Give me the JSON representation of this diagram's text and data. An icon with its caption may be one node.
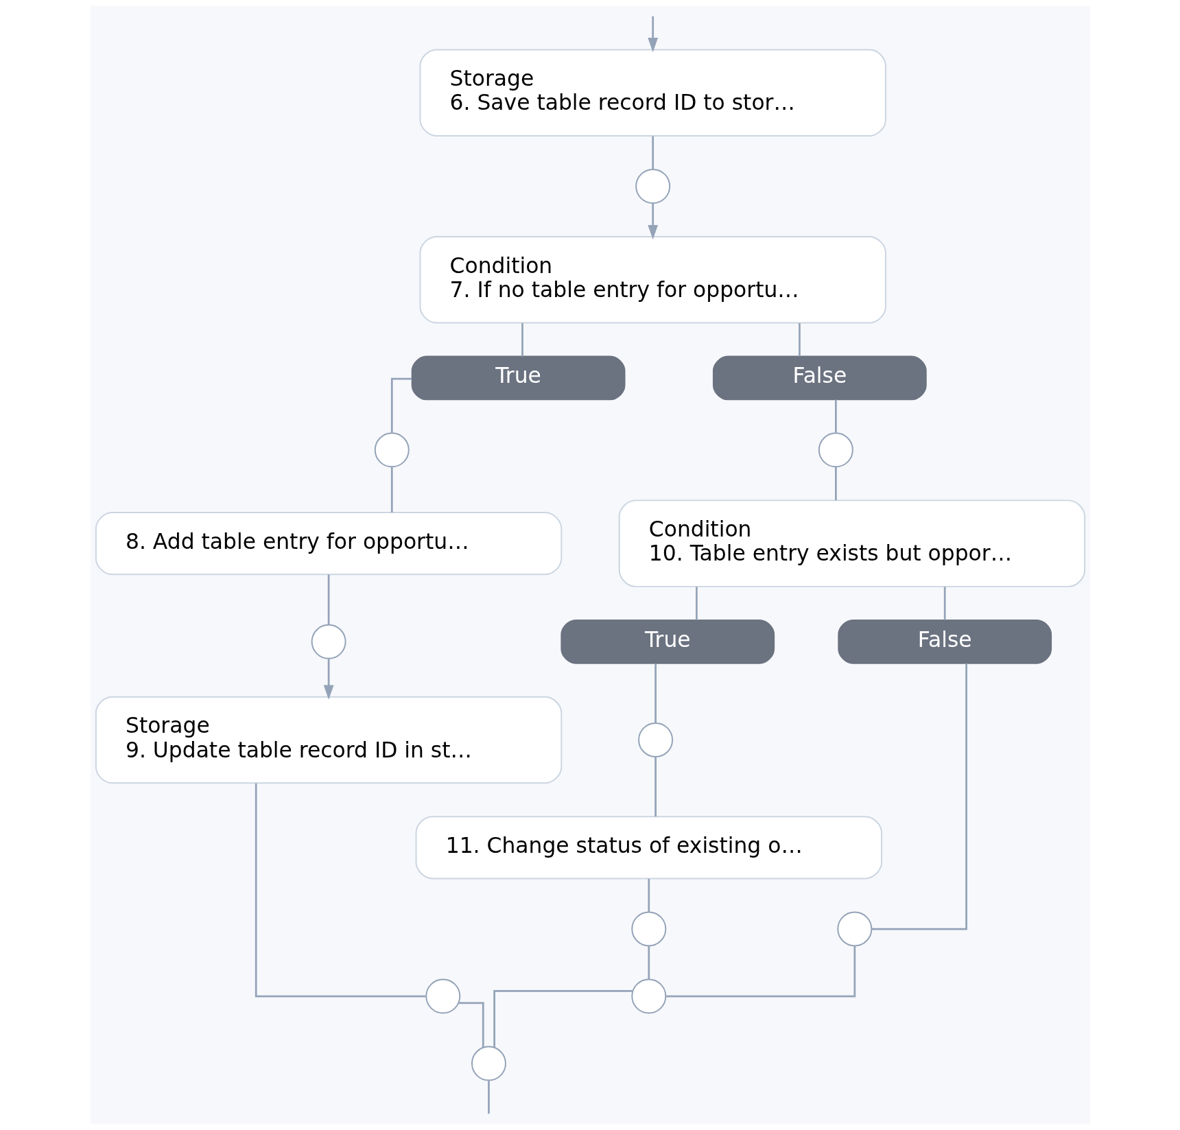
{
  "diagram": {
    "nodes": [
      {
        "text": [
          "Storage",
          "6. Save table record ID to stor…"
        ]
      },
      {
        "text": [],
        "shape": "circle"
      },
      {
        "text": [
          "Condition",
          "7. If no table entry for opportu…"
        ]
      },
      {
        "text": [
          "True"
        ]
      },
      {
        "text": [
          "False"
        ]
      },
      {
        "text": [],
        "shape": "circle"
      },
      {
        "text": [],
        "shape": "circle"
      },
      {
        "text": [
          "8. Add table entry for opportu…"
        ]
      },
      {
        "text": [
          "Condition",
          "10. Table entry exists but oppor…"
        ]
      },
      {
        "text": [],
        "shape": "circle"
      },
      {
        "text": [
          "True"
        ]
      },
      {
        "text": [
          "False"
        ]
      },
      {
        "text": [],
        "shape": "circle"
      },
      {
        "text": [
          "Storage",
          "9. Update table record ID in st…"
        ]
      },
      {
        "text": [
          "11. Change status of existing o…"
        ]
      },
      {
        "text": [],
        "shape": "circle"
      },
      {
        "text": [],
        "shape": "circle"
      },
      {
        "text": [],
        "shape": "circle"
      },
      {
        "text": [],
        "shape": "circle"
      },
      {
        "text": [],
        "shape": "circle"
      }
    ],
    "edges": [
      {
        "from": null,
        "to": 0,
        "arrow": "to"
      },
      {
        "from": 0,
        "to": 1,
        "arrow": "none"
      },
      {
        "from": 1,
        "to": 2,
        "arrow": "to"
      },
      {
        "from": 2,
        "to": 3,
        "arrow": "none"
      },
      {
        "from": 2,
        "to": 4,
        "arrow": "none"
      },
      {
        "from": 3,
        "to": 5,
        "arrow": "none"
      },
      {
        "from": 5,
        "to": 7,
        "arrow": "none"
      },
      {
        "from": 4,
        "to": 6,
        "arrow": "none"
      },
      {
        "from": 6,
        "to": 8,
        "arrow": "none"
      },
      {
        "from": 7,
        "to": 9,
        "arrow": "none"
      },
      {
        "from": 9,
        "to": 13,
        "arrow": "to"
      },
      {
        "from": 8,
        "to": 10,
        "arrow": "none"
      },
      {
        "from": 8,
        "to": 11,
        "arrow": "none"
      },
      {
        "from": 10,
        "to": 12,
        "arrow": "none"
      },
      {
        "from": 12,
        "to": 14,
        "arrow": "none"
      },
      {
        "from": 11,
        "to": 15,
        "arrow": "none"
      },
      {
        "from": 13,
        "to": 16,
        "arrow": "none"
      },
      {
        "from": 14,
        "to": 17,
        "arrow": "none"
      },
      {
        "from": 17,
        "to": 18,
        "arrow": "none"
      },
      {
        "from": 15,
        "to": 18,
        "arrow": "none"
      },
      {
        "from": 16,
        "to": 19,
        "arrow": "none"
      },
      {
        "from": 18,
        "to": 19,
        "arrow": "none"
      },
      {
        "from": 19,
        "to": null,
        "arrow": "none"
      }
    ]
  }
}
